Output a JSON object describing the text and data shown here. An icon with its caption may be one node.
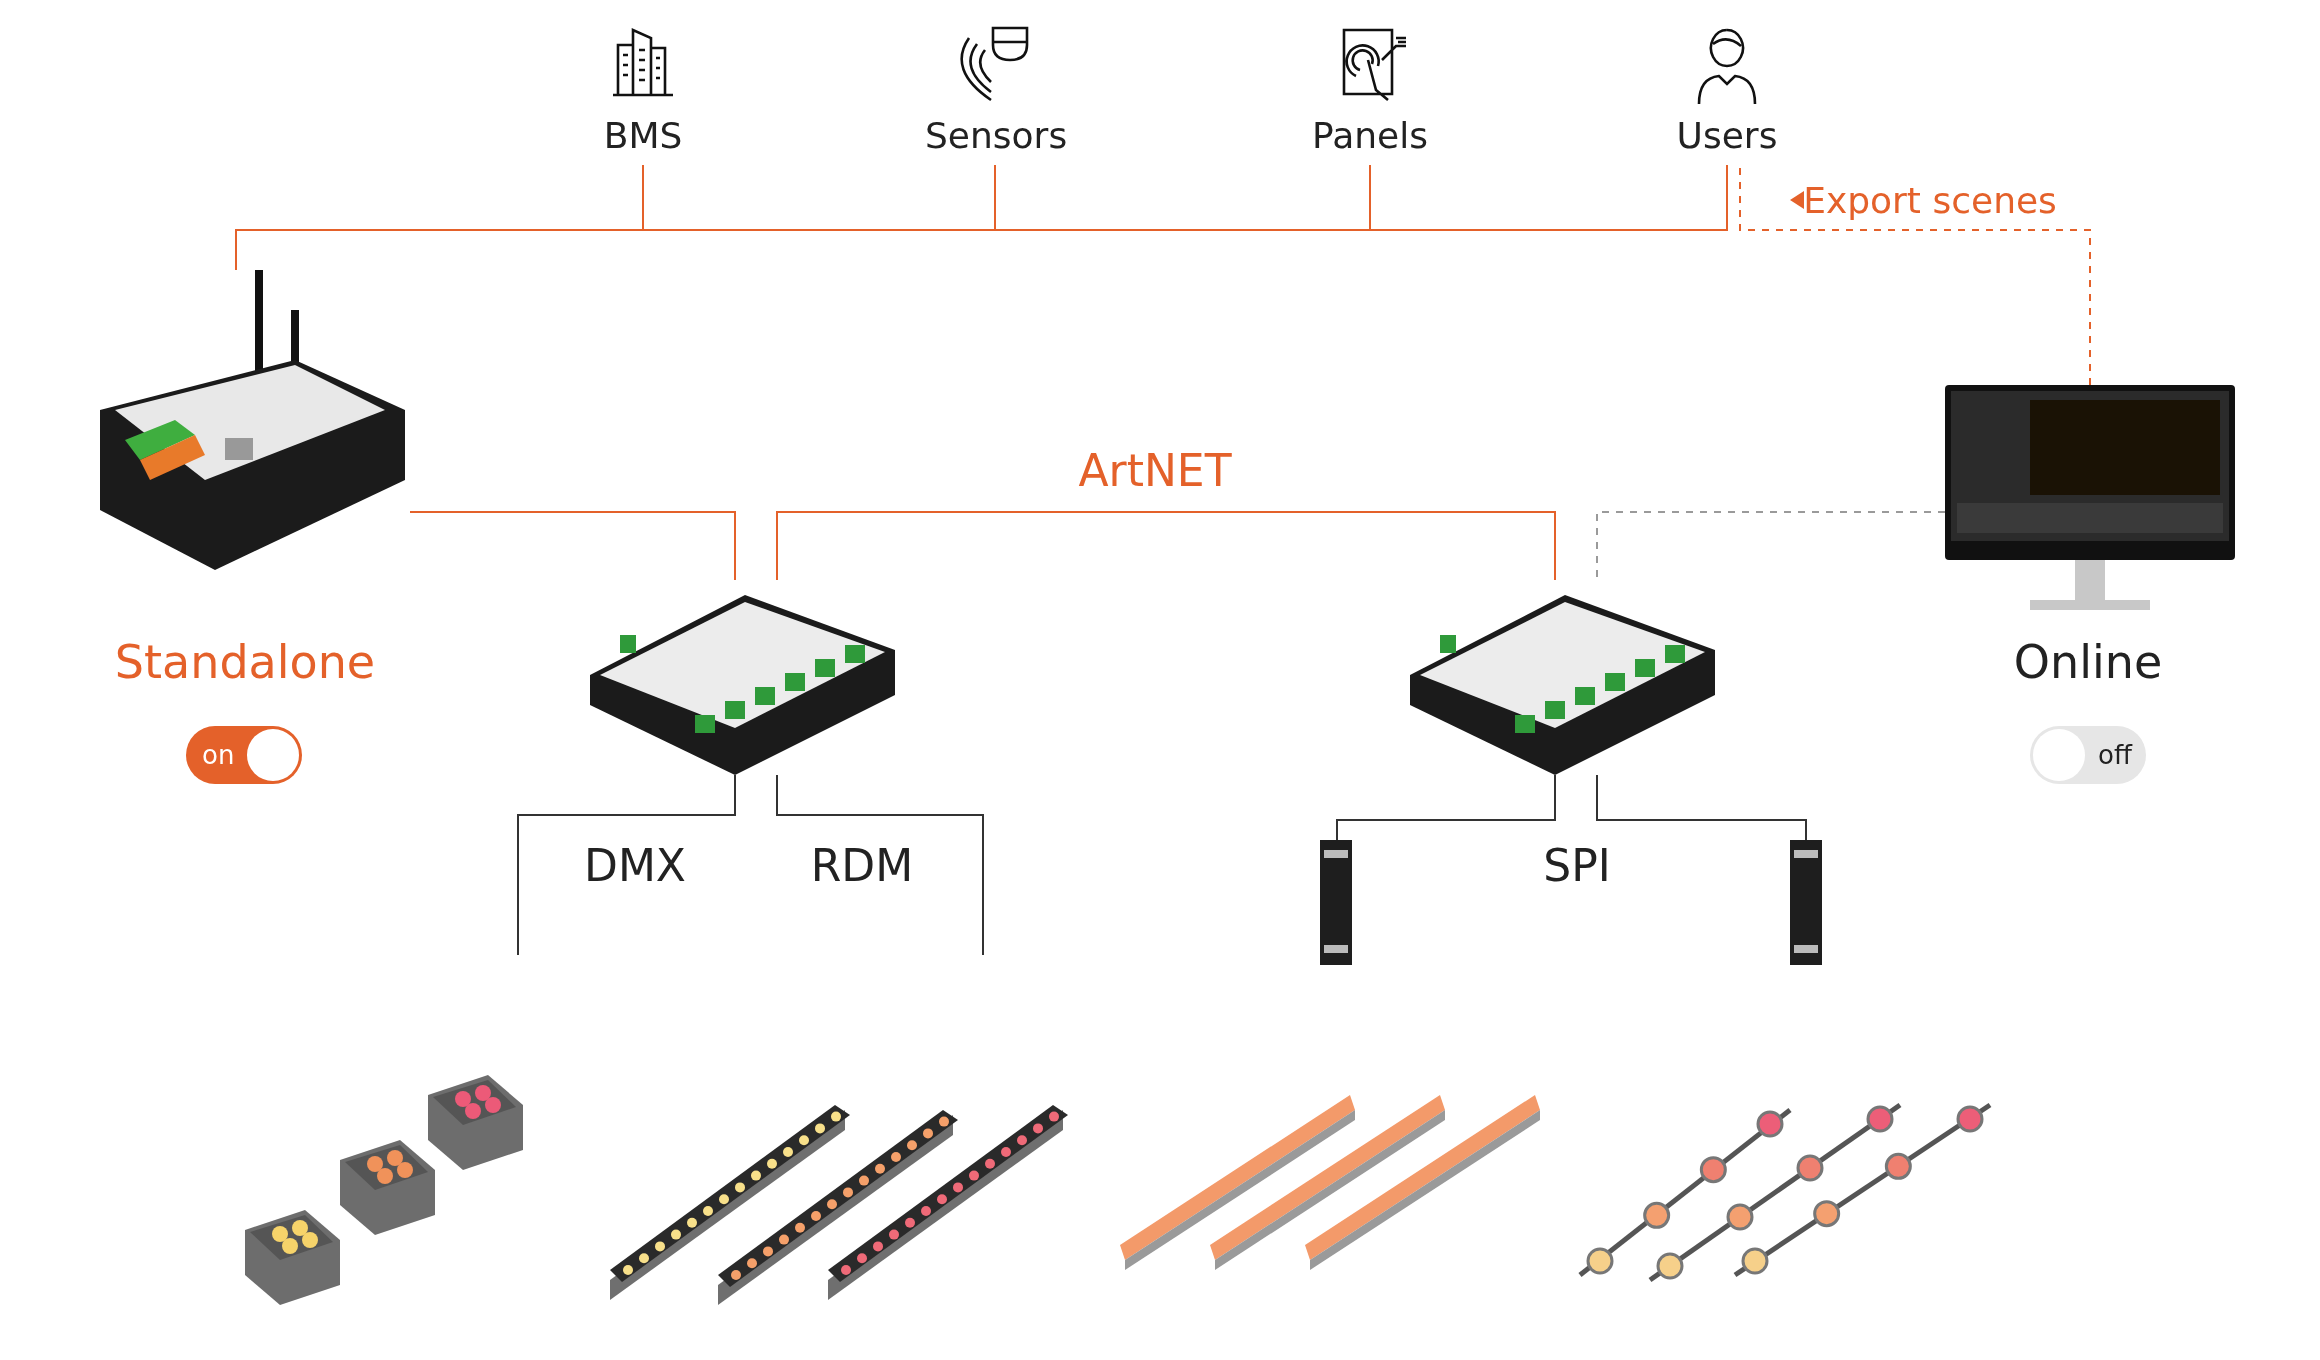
{
  "diagram": {
    "nodes": [
      {
        "text": [
          "BMS"
        ]
      },
      {
        "text": [
          "Sensors"
        ]
      },
      {
        "text": [
          "Panels"
        ]
      },
      {
        "text": [
          "Users"
        ]
      },
      {
        "text": [],
        "shape": "picture",
        "beside": [
          "Standalone"
        ]
      },
      {
        "text": [],
        "shape": "picture"
      },
      {
        "text": [],
        "shape": "picture"
      },
      {
        "text": [],
        "shape": "picture",
        "beside": [
          "Online"
        ]
      },
      {
        "text": [],
        "shape": "picture"
      },
      {
        "text": [],
        "shape": "picture"
      }
    ],
    "edges": [
      {
        "from": 0,
        "to": 4,
        "arrow": "none"
      },
      {
        "from": 1,
        "to": 4,
        "arrow": "none"
      },
      {
        "from": 2,
        "to": 4,
        "arrow": "none"
      },
      {
        "from": 3,
        "to": 4,
        "arrow": "none"
      },
      {
        "from": 7,
        "to": 3,
        "arrow": "none",
        "label": "Export scenes",
        "style": "dashed"
      },
      {
        "from": 4,
        "to": 5,
        "arrow": "none"
      },
      {
        "from": 5,
        "to": 6,
        "arrow": "none",
        "label": "ArtNET"
      },
      {
        "from": 7,
        "to": 6,
        "arrow": "none",
        "style": "dashed",
        "color": "#9a9a9a"
      },
      {
        "from": 5,
        "to": null,
        "arrow": "none",
        "label": "DMX",
        "color": "#333333"
      },
      {
        "from": 5,
        "to": null,
        "arrow": "none",
        "label": "RDM",
        "color": "#333333"
      },
      {
        "from": 6,
        "to": 8,
        "arrow": "none",
        "color": "#333333"
      },
      {
        "from": 6,
        "to": 9,
        "arrow": "none",
        "color": "#333333"
      }
    ],
    "labels": [
      "on",
      "off",
      "SPI"
    ]
  }
}
